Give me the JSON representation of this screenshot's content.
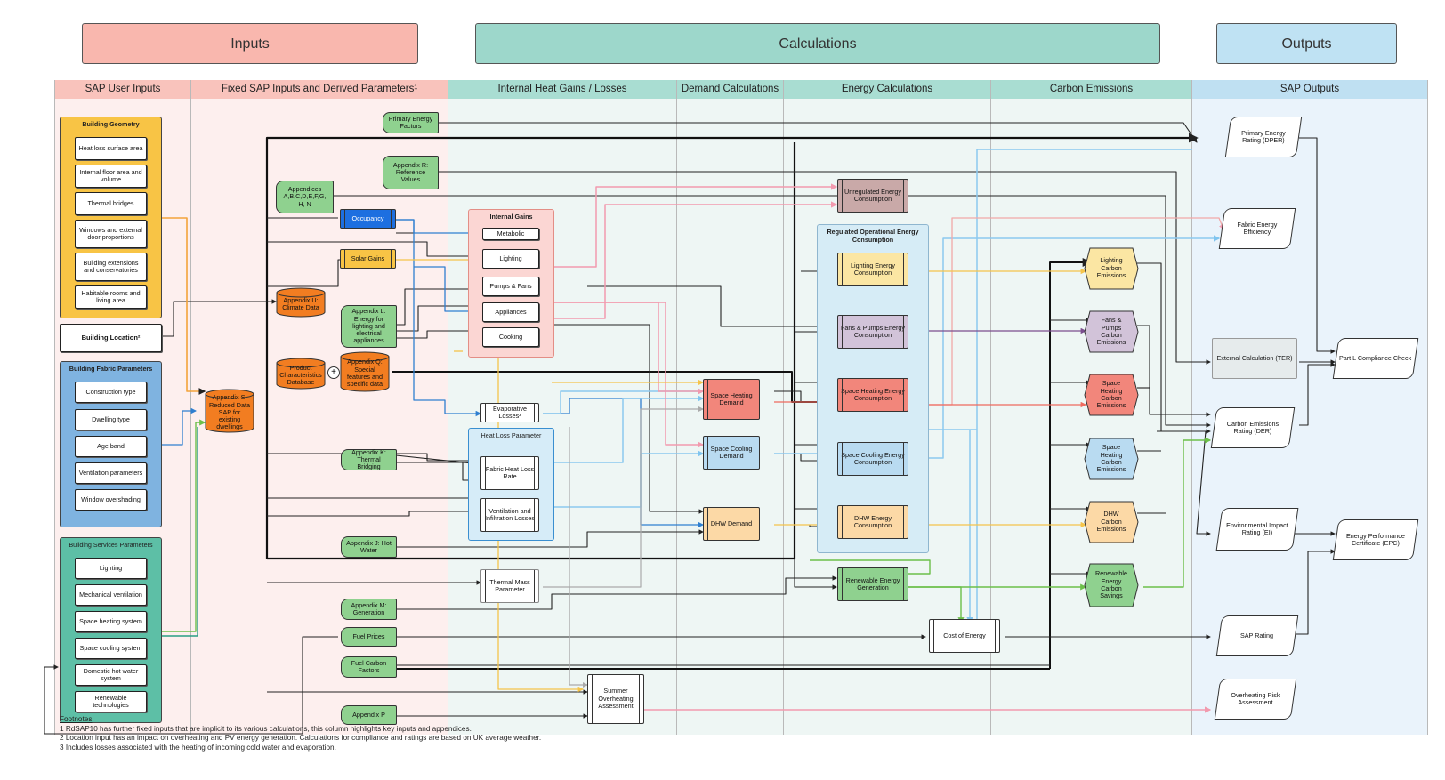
{
  "headers": {
    "inputs": "Inputs",
    "calculations": "Calculations",
    "outputs": "Outputs"
  },
  "columns": [
    {
      "label": "SAP User Inputs"
    },
    {
      "label": "Fixed SAP Inputs and Derived Parameters¹"
    },
    {
      "label": "Internal Heat Gains / Losses"
    },
    {
      "label": "Demand Calculations"
    },
    {
      "label": "Energy Calculations"
    },
    {
      "label": "Carbon Emissions"
    },
    {
      "label": "SAP Outputs"
    }
  ],
  "user_inputs": {
    "building_geometry": {
      "title": "Building Geometry",
      "items": [
        "Heat loss surface area",
        "Internal floor area and volume",
        "Thermal bridges",
        "Windows and external door proportions",
        "Building extensions and conservatories",
        "Habitable rooms and living area"
      ]
    },
    "building_location": "Building Location²",
    "building_fabric": {
      "title": "Building Fabric Parameters",
      "items": [
        "Construction type",
        "Dwelling type",
        "Age band",
        "Ventilation parameters",
        "Window overshading"
      ]
    },
    "building_services": {
      "title": "Building Services Parameters",
      "items": [
        "Lighting",
        "Mechanical ventilation",
        "Space heating system",
        "Space cooling system",
        "Domestic hot water system",
        "Renewable technologies"
      ]
    }
  },
  "fixed_inputs": {
    "primary_energy_factors": "Primary Energy Factors",
    "appendix_r": "Appendix R: Reference Values",
    "appendices": "Appendices A,B,C,D,E,F,G, H, N",
    "occupancy": "Occupancy",
    "solar_gains": "Solar Gains",
    "appendix_u": "Appendix U: Climate Data",
    "appendix_l": "Appendix L: Energy for lighting and electrical appliances",
    "product_db": "Product Characteristics Database",
    "appendix_q": "Appendix Q: Special features and specific data",
    "appendix_s": "Appendix S: Reduced Data SAP for existing dwellings",
    "appendix_k": "Appendix K: Thermal Bridging",
    "appendix_j": "Appendix J: Hot Water",
    "appendix_m": "Appendix M: Generation",
    "fuel_prices": "Fuel Prices",
    "fuel_carbon": "Fuel Carbon Factors",
    "appendix_p": "Appendix P"
  },
  "internal_gains": {
    "title": "Internal Gains",
    "items": [
      "Metabolic",
      "Lighting",
      "Pumps & Fans",
      "Appliances",
      "Cooking"
    ],
    "evaporative": "Evaporative Losses³",
    "heat_loss_title": "Heat Loss Parameter",
    "fabric": "Fabric Heat Loss Rate",
    "ventilation": "Ventilation and Infiltration Losses",
    "thermal_mass": "Thermal Mass Parameter",
    "overheating": "Summer Overheating Assessment"
  },
  "demand": {
    "space_heating": "Space Heating Demand",
    "space_cooling": "Space Cooling Demand",
    "dhw": "DHW Demand"
  },
  "energy": {
    "unregulated": "Unregulated Energy Consumption",
    "regulated_title": "Regulated Operational Energy Consumption",
    "lighting": "Lighting Energy Consumption",
    "fans": "Fans & Pumps Energy Consumption",
    "space_heating": "Space Heating Energy Consumption",
    "space_cooling": "Space Cooling Energy Consumption",
    "dhw": "DHW Energy Consumption",
    "renewable": "Renewable Energy Generation",
    "cost": "Cost of Energy"
  },
  "carbon": {
    "lighting": "Lighting Carbon Emissions",
    "fans": "Fans & Pumps Carbon Emissions",
    "space_heating": "Space Heating Carbon Emissions",
    "space_cooling": "Space Heating Carbon Emissions",
    "dhw": "DHW Carbon Emissions",
    "renewable": "Renewable Energy Carbon Savings"
  },
  "outputs": {
    "dper": "Primary Energy Rating (DPER)",
    "fee": "Fabric Energy Efficiency",
    "ter": "External Calculation (TER)",
    "der": "Carbon Emissions Rating (DER)",
    "ei": "Environmental Impact Rating (EI)",
    "sap": "SAP Rating",
    "overheating": "Overheating Risk Assessment",
    "partl": "Part L Compliance Check",
    "epc": "Energy Performance Certificate (EPC)"
  },
  "footnotes": {
    "heading": "Footnotes",
    "lines": [
      "1 RdSAP10 has further fixed inputs that are implicit to its various calculations, this column highlights key inputs and appendices.",
      "2 Location input has an impact on overheating and PV energy generation. Calculations for compliance and ratings are based on UK average weather.",
      "3 Includes losses associated with the heating of incoming cold water and evaporation."
    ]
  },
  "colors": {
    "inputs_header": "#f9b7ae",
    "calc_header": "#9dd7cb",
    "outputs_header": "#bfe2f3",
    "geometry": "#f8c445",
    "fabric": "#7fb3e0",
    "services": "#5dbfa6",
    "orange": "#f27d21",
    "green": "#8fd18f",
    "heating": "#f2867b",
    "cooling": "#b9dbf1",
    "dhw": "#fcd9a6",
    "lighting": "#fbe6a3",
    "fans": "#d2c3d9",
    "unregulated": "#c9a9a8"
  }
}
